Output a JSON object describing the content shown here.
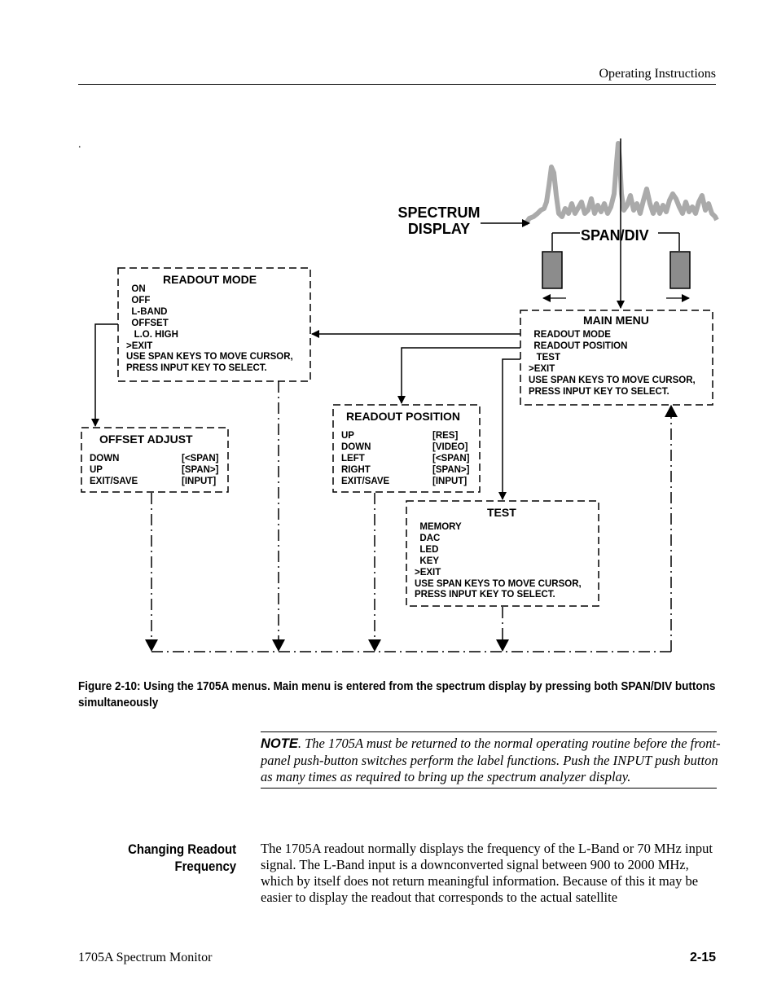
{
  "header": {
    "section": "Operating Instructions"
  },
  "stray_mark": ".",
  "diagram": {
    "spectrum_label_line1": "SPECTRUM",
    "spectrum_label_line2": "DISPLAY",
    "span_div_label": "SPAN/DIV",
    "readout_mode": {
      "title": "READOUT MODE",
      "lines": "  ON\n  OFF\n  L-BAND\n  OFFSET\n   L.O. HIGH\n>EXIT\nUSE SPAN KEYS TO MOVE CURSOR,\nPRESS INPUT KEY TO SELECT."
    },
    "main_menu": {
      "title": "MAIN MENU",
      "lines": "  READOUT MODE\n  READOUT POSITION\n   TEST\n>EXIT\nUSE SPAN KEYS TO MOVE CURSOR,\nPRESS INPUT KEY TO SELECT."
    },
    "offset_adjust": {
      "title": "OFFSET ADJUST",
      "left": "DOWN\nUP\nEXIT/SAVE",
      "right": "[<SPAN]\n[SPAN>]\n[INPUT]"
    },
    "readout_position": {
      "title": "READOUT POSITION",
      "left": "UP\nDOWN\nLEFT\nRIGHT\nEXIT/SAVE",
      "right": "[RES]\n[VIDEO]\n[<SPAN]\n[SPAN>]\n[INPUT]"
    },
    "test": {
      "title": "TEST",
      "lines": "  MEMORY\n  DAC\n  LED\n  KEY\n>EXIT\nUSE SPAN KEYS TO MOVE CURSOR,\nPRESS INPUT KEY TO SELECT."
    }
  },
  "caption": "Figure 2-10: Using the 1705A menus.  Main menu is entered from the spectrum display by pressing both SPAN/DIV buttons simultaneously",
  "note": {
    "label": "NOTE",
    "text": ". The 1705A must be returned to the normal operating routine before the front-panel push-button switches perform the label functions.  Push the INPUT push button as many times as required to bring up the spectrum analyzer display."
  },
  "section": {
    "heading_line1": "Changing Readout",
    "heading_line2": "Frequency",
    "body": "The 1705A readout normally displays the frequency of the L-Band or 70 MHz input signal.  The L-Band input is a downconverted signal between 900 to 2000 MHz, which by itself does not return meaningful information.  Because of this it may be easier to display the readout that corresponds to the actual satellite"
  },
  "footer": {
    "title": "1705A Spectrum Monitor",
    "page_number": "2-15"
  }
}
